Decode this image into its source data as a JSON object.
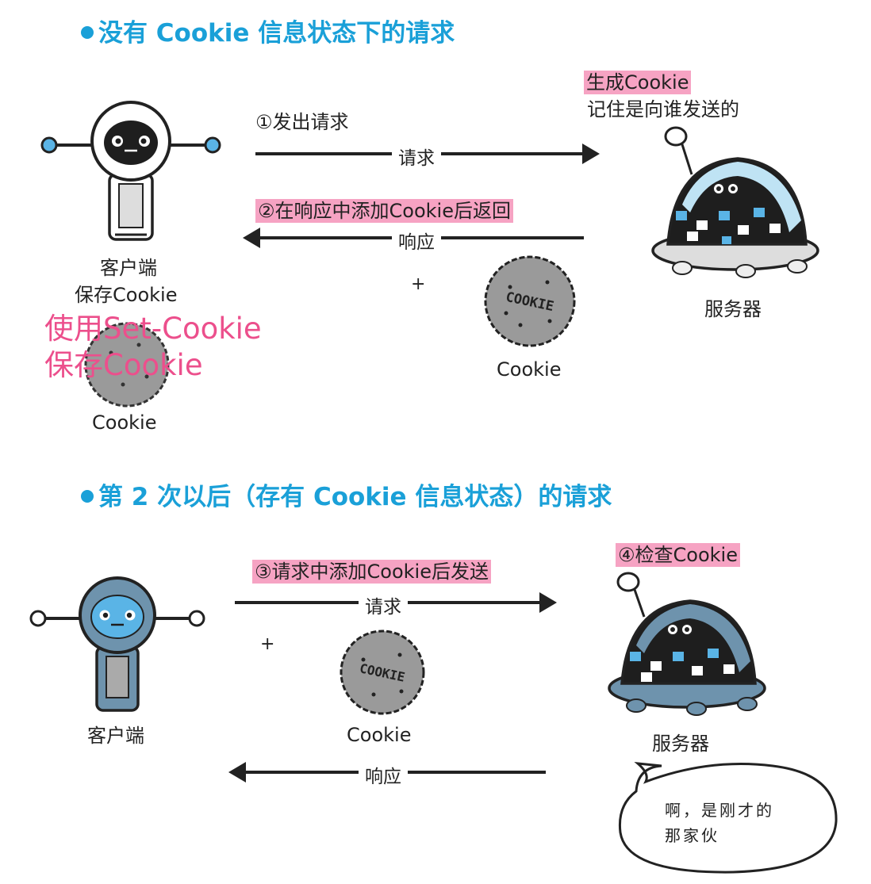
{
  "section1": {
    "title": "没有 Cookie 信息状态下的请求",
    "client_label": "客户端",
    "client_save": "保存Cookie",
    "step1": "①发出请求",
    "request_label": "请求",
    "step2": "②在响应中添加Cookie后返回",
    "response_label": "响应",
    "plus": "+",
    "cookie_caption": "Cookie",
    "server_highlight": "生成Cookie",
    "server_note": "记住是向谁发送的",
    "server_label": "服务器",
    "pink_note_line1": "使用Set-Cookie",
    "pink_note_line2": "保存Cookie",
    "client_cookie_caption": "Cookie"
  },
  "section2": {
    "title": "第 2 次以后（存有 Cookie 信息状态）的请求",
    "step3": "③请求中添加Cookie后发送",
    "request_label": "请求",
    "plus": "+",
    "cookie_caption": "Cookie",
    "client_label": "客户端",
    "step4": "④检查Cookie",
    "server_label": "服务器",
    "response_label": "响应",
    "bubble_line1": "啊，是刚才的",
    "bubble_line2": "那家伙"
  },
  "cookie_stamp": "COOKIE",
  "colors": {
    "heading": "#1aa0d8",
    "highlight": "#f6a3c3",
    "pink_text": "#ec4f8c",
    "robot_blue": "#5ab4e6",
    "robot_gray_blue": "#6e93ad",
    "cookie_gray": "#9a9a9a"
  },
  "icons": [
    "client-robot-icon",
    "server-robot-icon",
    "cookie-icon",
    "antenna-icon"
  ]
}
